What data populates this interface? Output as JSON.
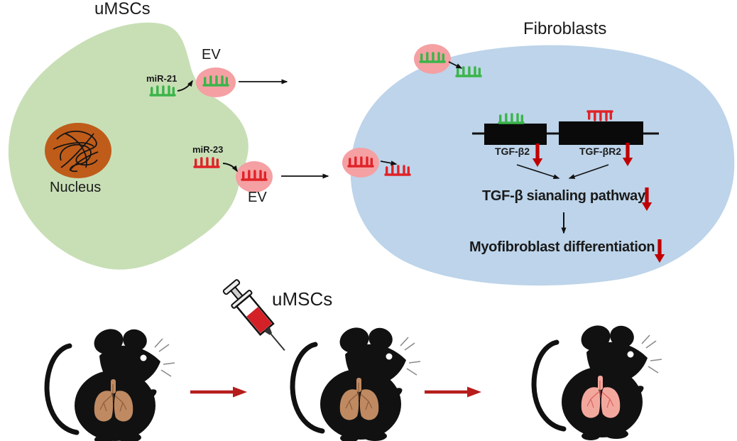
{
  "figure": {
    "top_left_cell": {
      "title": "uMSCs",
      "nucleus_label": "Nucleus",
      "mir21_label": "miR-21",
      "mir23_label": "miR-23",
      "ev_top_label": "EV",
      "ev_bottom_label": "EV"
    },
    "fibroblast_cell": {
      "title": "Fibroblasts",
      "gene_left_label": "TGF-β2",
      "gene_right_label": "TGF-βR2",
      "pathway_text": "TGF-β sianaling pathway",
      "differentiation_text": "Myofibroblast differentiation"
    },
    "mouse_panel": {
      "syringe_label": "uMSCs"
    },
    "colors": {
      "umsc_cell_green": "#c8dfb6",
      "fibroblast_blue": "#bdd4ea",
      "nucleus_orange": "#bf5c1a",
      "ev_pink": "#f5a0a3",
      "mir21_green": "#3bb54a",
      "mir23_red": "#e02328",
      "down_arrow_red": "#c00000",
      "flow_arrow_red": "#b71c1c",
      "fibrotic_lung": "#bf8a62",
      "healthy_lung": "#f3a89e",
      "syringe_liquid_red": "#d42027"
    }
  }
}
